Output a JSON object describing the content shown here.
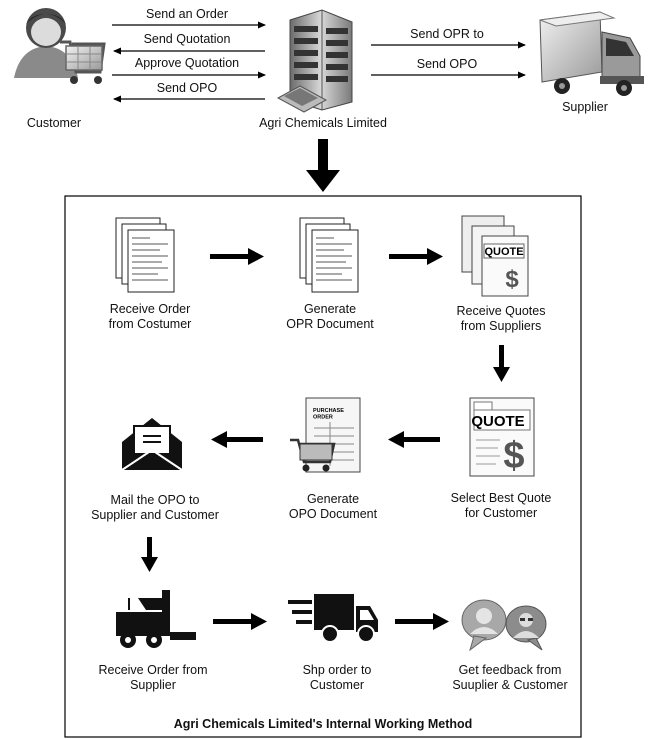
{
  "top": {
    "customer": "Customer",
    "company": "Agri Chemicals Limited",
    "supplier": "Supplier",
    "customer_messages": [
      "Send an Order",
      "Send Quotation",
      "Approve Quotation",
      "Send OPO"
    ],
    "supplier_messages": [
      "Send OPR to",
      "Send OPO"
    ]
  },
  "box": {
    "title": "Agri Chemicals Limited's Internal Working Method",
    "steps": [
      {
        "label": "Receive Order\nfrom Costumer",
        "icon": "order-documents-icon"
      },
      {
        "label": "Generate\nOPR Document",
        "icon": "opr-documents-icon"
      },
      {
        "label": "Receive Quotes\nfrom Suppliers",
        "icon": "quotes-stack-icon",
        "icon_text": "QUOTE"
      },
      {
        "label": "Select Best Quote\nfor Customer",
        "icon": "quote-dollar-icon",
        "icon_text": "QUOTE"
      },
      {
        "label": "Generate\nOPO Document",
        "icon": "purchase-order-icon",
        "icon_text": "PURCHASE\nORDER"
      },
      {
        "label": "Mail the OPO to\nSupplier and  Customer",
        "icon": "envelope-icon"
      },
      {
        "label": "Receive Order from\nSupplier",
        "icon": "forklift-icon"
      },
      {
        "label": "Shp order to\nCustomer",
        "icon": "delivery-truck-icon"
      },
      {
        "label": "Get feedback from\nSuuplier & Customer",
        "icon": "feedback-people-icon"
      }
    ]
  }
}
